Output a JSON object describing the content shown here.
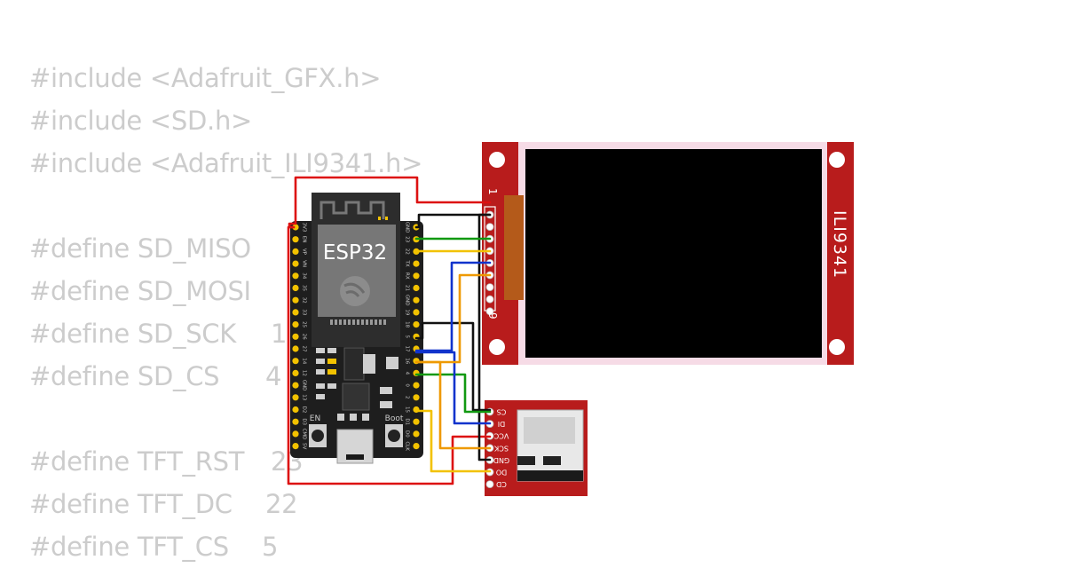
{
  "code": {
    "lines": [
      {
        "text": "#include <Adafruit_GFX.h>",
        "value": ""
      },
      {
        "text": "#include <SD.h>",
        "value": ""
      },
      {
        "text": "#include <Adafruit_ILI9341.h>",
        "value": ""
      },
      {
        "text": "",
        "value": ""
      },
      {
        "text": "#define SD_MISO",
        "value": ""
      },
      {
        "text": "#define SD_MOSI",
        "value": ""
      },
      {
        "text": "#define SD_SCK",
        "value": "1"
      },
      {
        "text": "#define SD_CS",
        "value": "4"
      },
      {
        "text": "",
        "value": ""
      },
      {
        "text": "#define TFT_RST",
        "value": "23"
      },
      {
        "text": "#define TFT_DC",
        "value": "22"
      },
      {
        "text": "#define TFT_CS",
        "value": "5"
      }
    ]
  },
  "esp32": {
    "label": "ESP32",
    "en_label": "EN",
    "boot_label": "Boot",
    "left_pins": [
      "3V3",
      "EN",
      "VP",
      "VN",
      "34",
      "35",
      "32",
      "33",
      "25",
      "26",
      "27",
      "14",
      "12",
      "GND",
      "13",
      "D2",
      "D3",
      "CMD",
      "5V"
    ],
    "right_pins": [
      "GND",
      "23",
      "22",
      "TX",
      "RX",
      "21",
      "GND",
      "19",
      "18",
      "5",
      "17",
      "16",
      "4",
      "0",
      "2",
      "15",
      "D1",
      "D0",
      "CLK"
    ]
  },
  "display": {
    "label": "ILI9341",
    "pin_first": "1",
    "pin_last": "9"
  },
  "sd_module": {
    "pins": [
      "CS",
      "DI",
      "VCC",
      "SCK",
      "GND",
      "DO",
      "CD"
    ]
  },
  "colors": {
    "wire_red": "#dd1111",
    "wire_black": "#111111",
    "wire_green": "#119911",
    "wire_yellow": "#f2c200",
    "wire_blue": "#1133cc",
    "wire_orange": "#ee9900",
    "board_red": "#b81c1c",
    "esp_board": "#1e1e1e"
  }
}
